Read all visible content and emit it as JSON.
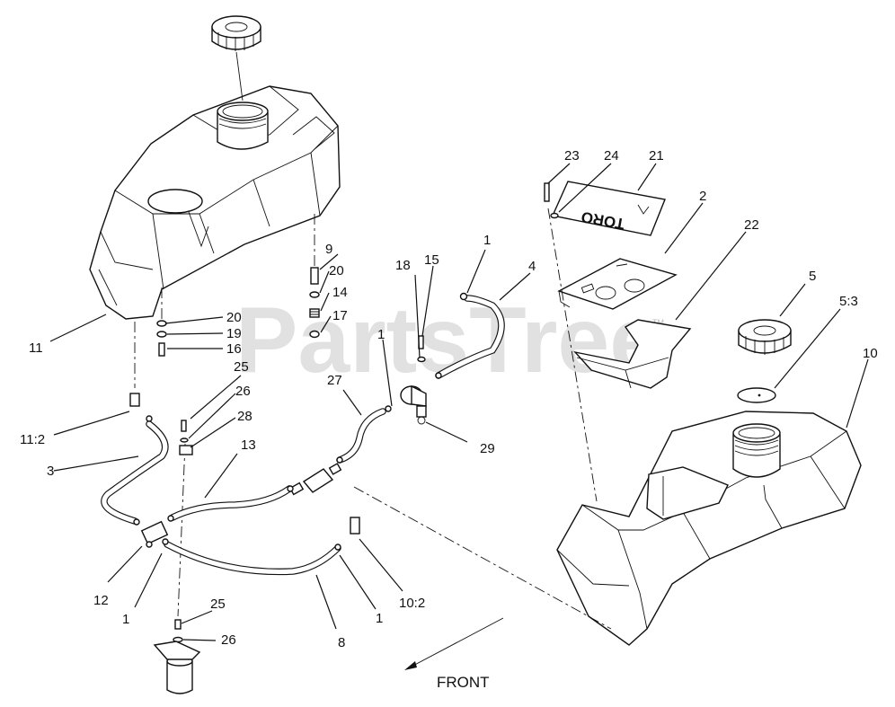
{
  "watermark": "PartsTree",
  "watermark_tm": "TM",
  "direction_label": "FRONT",
  "decal_text": "TORO",
  "callouts": {
    "c1a": "1",
    "c1b": "1",
    "c1c": "1",
    "c1d": "1",
    "c2": "2",
    "c3": "3",
    "c4": "4",
    "c5": "5",
    "c5_3": "5:3",
    "c8": "8",
    "c9": "9",
    "c10": "10",
    "c10_2": "10:2",
    "c11": "11",
    "c11_2": "11:2",
    "c12": "12",
    "c13": "13",
    "c14": "14",
    "c15": "15",
    "c16": "16",
    "c17": "17",
    "c18": "18",
    "c19": "19",
    "c20a": "20",
    "c20b": "20",
    "c21": "21",
    "c22": "22",
    "c23": "23",
    "c24": "24",
    "c25a": "25",
    "c25b": "25",
    "c26a": "26",
    "c26b": "26",
    "c27": "27",
    "c28": "28",
    "c29": "29"
  }
}
